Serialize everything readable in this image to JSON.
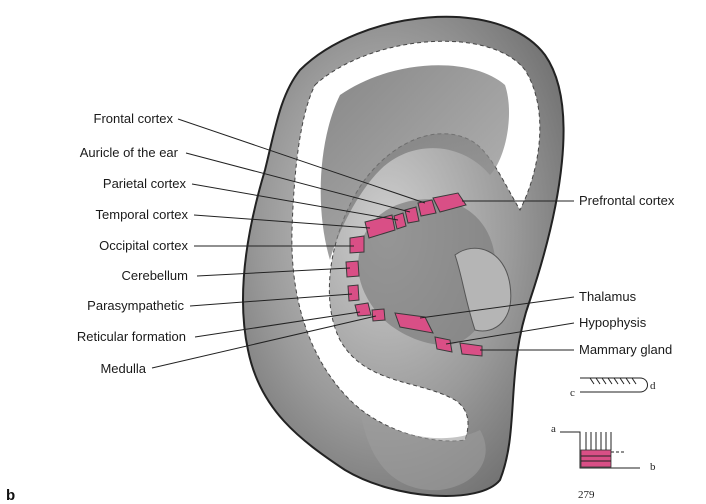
{
  "figure_label": "b",
  "page_number": "279",
  "left_labels": [
    "Frontal cortex",
    "Auricle of the ear",
    "Parietal cortex",
    "Temporal cortex",
    "Occipital cortex",
    "Cerebellum",
    "Parasympathetic",
    "Reticular formation",
    "Medulla"
  ],
  "right_labels": [
    "Prefrontal cortex",
    "Thalamus",
    "Hypophysis",
    "Mammary gland"
  ],
  "inset_letters": {
    "a": "a",
    "b": "b",
    "c": "c",
    "d": "d"
  },
  "colors": {
    "zone": "#d94f86",
    "ear_shade": "#8a8a8a",
    "outline": "#222222"
  }
}
